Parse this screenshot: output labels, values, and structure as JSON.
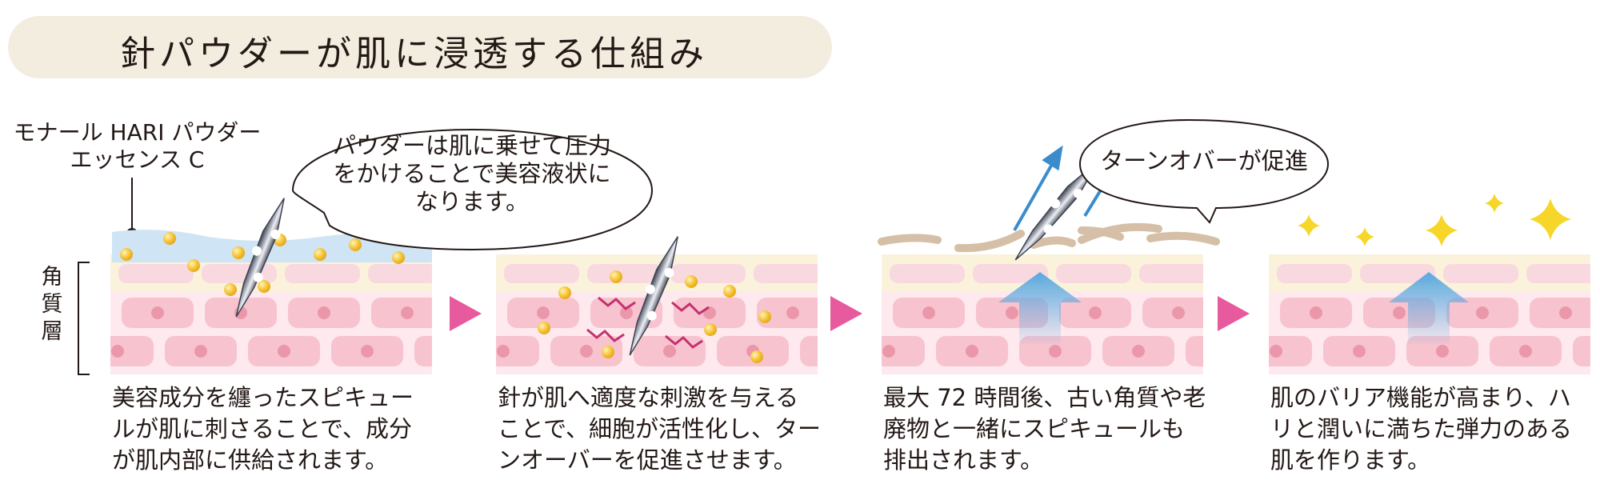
{
  "title": "針パウダーが肌に浸透する仕組み",
  "product_label": {
    "line1": "モナール HARI パウダー",
    "line2": "エッセンス C"
  },
  "side_label": [
    "角",
    "質",
    "層"
  ],
  "bubbles": [
    {
      "lines": [
        "パウダーは肌に乗せて圧力",
        "をかけることで美容液状に",
        "なります。"
      ]
    },
    {
      "lines": [
        "ターンオバーが促進"
      ]
    }
  ],
  "captions": [
    {
      "lines": [
        "美容成分を纏ったスピキュー",
        "ルが肌に刺さることで、成分",
        "が肌内部に供給されます。"
      ]
    },
    {
      "lines": [
        "針が肌へ適度な刺激を与える",
        "ことで、細胞が活性化し、ター",
        "ンオーバーを促進させます。"
      ]
    },
    {
      "lines": [
        "最大 72 時間後、古い角質や老",
        "廃物と一緒にスピキュールも",
        "排出されます。"
      ]
    },
    {
      "lines": [
        "肌のバリア機能が高まり、ハ",
        "リと潤いに満ちた弾力のある",
        "肌を作ります。"
      ]
    }
  ],
  "colors": {
    "title_pill": "#f3ede0",
    "skin_top": "#fbf2dc",
    "cell_light": "#f9d9e0",
    "cell_fill": "#f4b6c4",
    "nucleus": "#eb97aa",
    "arrow_pink": "#e85a9e",
    "essence_blue": "#cfe4f4",
    "particle": "#f5c233",
    "sparkle": "#f7d62a",
    "flake": "#d6bfa7",
    "stimulus": "#c4306e",
    "blue_arrow": "#3b8ccc"
  }
}
